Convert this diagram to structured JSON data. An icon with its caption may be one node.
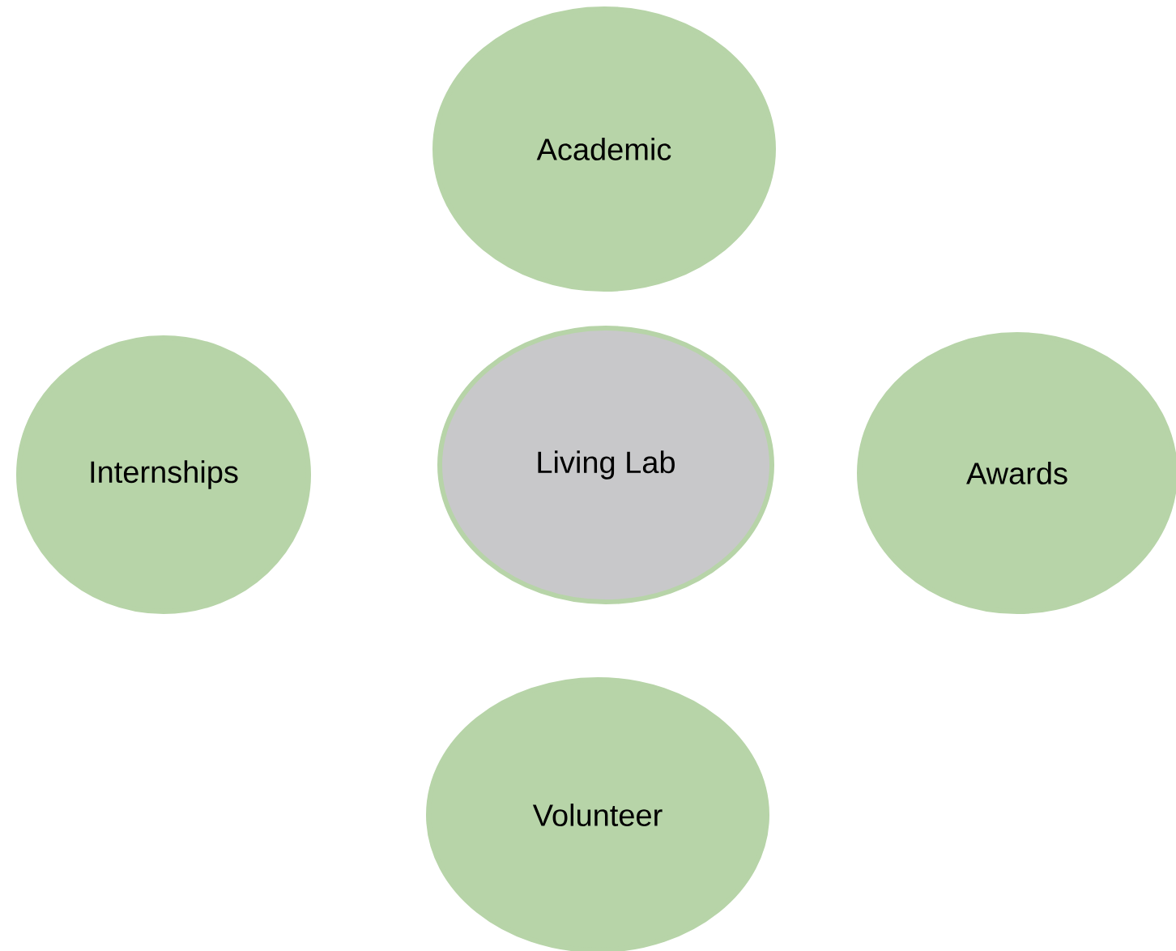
{
  "diagram": {
    "nodes": [
      {
        "text": [
          "Academic"
        ]
      },
      {
        "text": [
          "Internships"
        ]
      },
      {
        "text": [
          "Living Lab"
        ]
      },
      {
        "text": [
          "Awards"
        ]
      },
      {
        "text": [
          "Volunteer"
        ]
      }
    ]
  }
}
